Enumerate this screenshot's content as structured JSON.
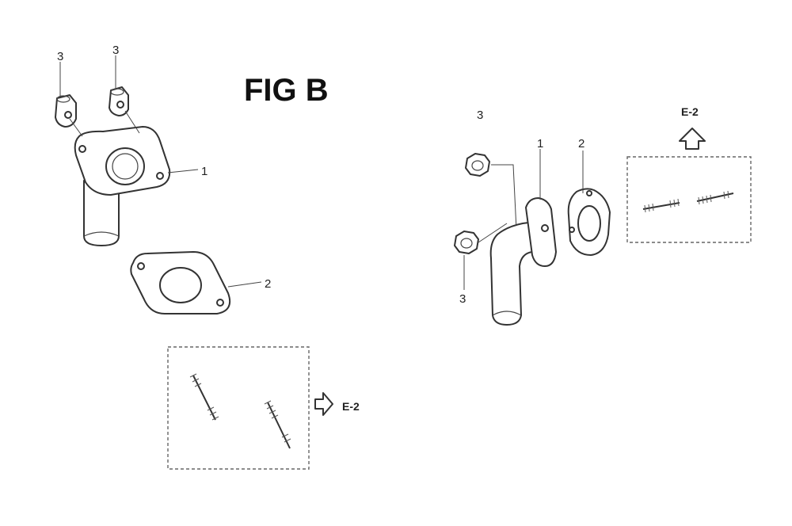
{
  "figure": {
    "title": "FIG B"
  },
  "left_assembly": {
    "callouts": {
      "bolt_a": "3",
      "bolt_b": "3",
      "elbow_pipe": "1",
      "gasket": "2"
    },
    "studs_reference": "E-2"
  },
  "right_assembly": {
    "callouts": {
      "bolt_top": "3",
      "bolt_bottom": "3",
      "elbow_pipe": "1",
      "gasket": "2"
    },
    "studs_reference": "E-2"
  }
}
